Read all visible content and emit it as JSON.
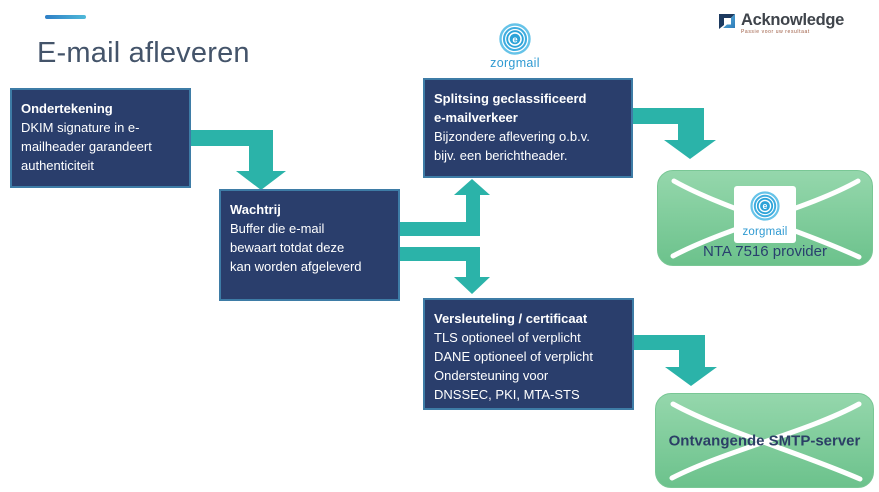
{
  "page": {
    "title": "E-mail afleveren"
  },
  "logos": {
    "zorgmail_label": "zorgmail",
    "zorgmail_letter": "e",
    "acknowledge_label": "Acknowledge",
    "acknowledge_tagline": "Passie voor uw resultaat"
  },
  "boxes": {
    "ondertekening": {
      "title": "Ondertekening",
      "body": "DKIM signature in e-\nmailheader garandeert\nauthenticiteit"
    },
    "wachtrij": {
      "title": "Wachtrij",
      "body": "Buffer die e-mail\nbewaart totdat deze\nkan worden afgeleverd"
    },
    "splitsing": {
      "title": "Splitsing geclassificeerd\ne-mailverkeer",
      "body": "Bijzondere aflevering o.b.v.\nbijv. een berichtheader."
    },
    "versleuteling": {
      "title": "Versleuteling / certificaat",
      "body": "TLS optioneel of verplicht\nDANE optioneel of verplicht\nOndersteuning voor\nDNSSEC, PKI, MTA-STS"
    }
  },
  "targets": {
    "nta_provider": {
      "label": "NTA 7516 provider"
    },
    "smtp_server": {
      "label": "Ontvangende SMTP-server"
    }
  },
  "colors": {
    "navy_box": "#2a3e6c",
    "navy_box_border": "#3e7ca6",
    "teal_arrow": "#2bb3a9",
    "green_box_top": "#95d7ac",
    "green_box_bottom": "#6cc28c",
    "title_text": "#44546a",
    "zorgmail_blue": "#2ba3d8",
    "dash_gradient_start": "#2e7fc6",
    "dash_gradient_end": "#4fb9d9"
  }
}
